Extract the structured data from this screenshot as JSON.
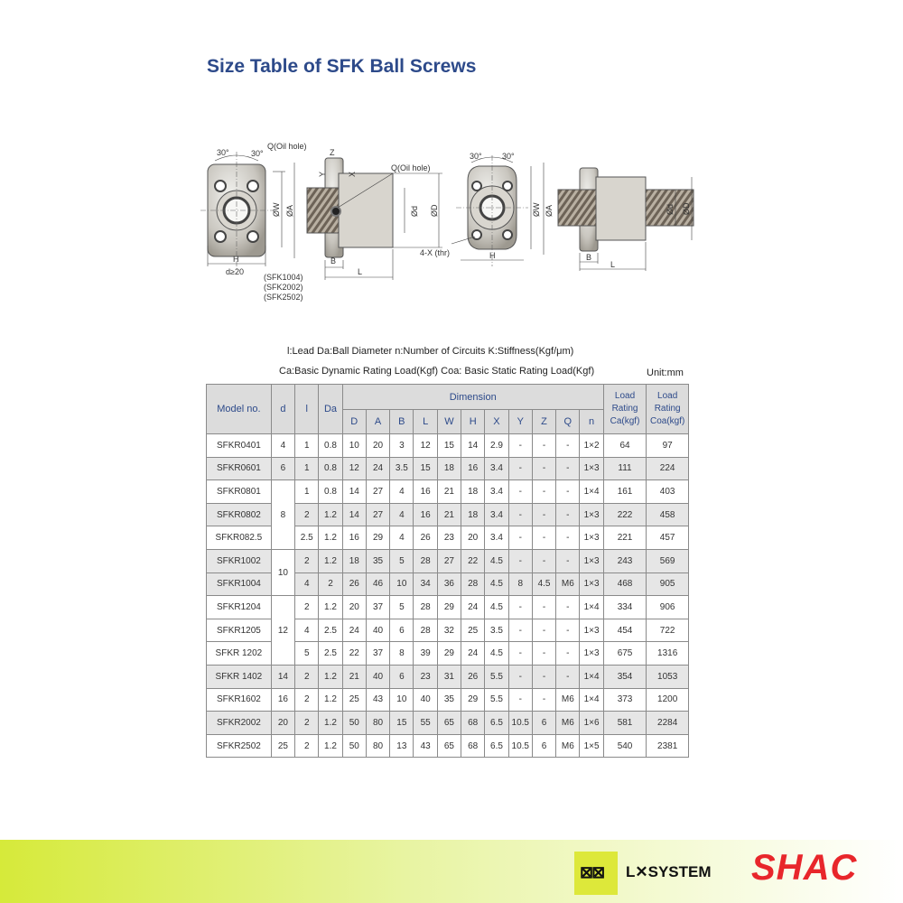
{
  "title": "Size Table of SFK Ball Screws",
  "drawing_labels": {
    "angle_1": "30°",
    "angle_2": "30°",
    "angle_3": "30°",
    "angle_4": "30°",
    "oil_hole_1": "Q(Oil hole)",
    "oil_hole_2": "Q(Oil hole)",
    "z": "Z",
    "y": "Y",
    "x": "X",
    "w1": "ØW",
    "a1": "ØA",
    "d1": "Ød",
    "dd1": "ØD",
    "w2": "ØW",
    "a2": "ØA",
    "d2": "Ød",
    "dd2": "ØD",
    "h1": "H",
    "h2": "H",
    "b1": "B",
    "b2": "B",
    "l1": "L",
    "l2": "L",
    "d_cond": "d≥20",
    "models_1": "(SFK1004)",
    "models_2": "(SFK2002)",
    "models_3": "(SFK2502)",
    "thread": "4-X (thr)"
  },
  "legend": {
    "line1": "l:Lead   Da:Ball Diameter   n:Number of Circuits   K:Stiffness(Kgf/μm)",
    "line2": "Ca:Basic Dynamic Rating Load(Kgf)   Coa: Basic Static Rating Load(Kgf)",
    "unit": "Unit:mm"
  },
  "table": {
    "headers": {
      "model": "Model no.",
      "d": "d",
      "l": "l",
      "da": "Da",
      "dimension": "Dimension",
      "load_ca": [
        "Load",
        "Rating",
        "Ca(kgf)"
      ],
      "load_coa": [
        "Load",
        "Rating",
        "Coa(kgf)"
      ],
      "dims": [
        "D",
        "A",
        "B",
        "L",
        "W",
        "H",
        "X",
        "Y",
        "Z",
        "Q",
        "n"
      ]
    },
    "d_groups": [
      "4",
      "6",
      "8",
      "10",
      "12",
      "14",
      "16",
      "20",
      "25"
    ],
    "rows": [
      {
        "model": "SFKR0401",
        "l": "1",
        "da": "0.8",
        "dims": [
          "10",
          "20",
          "3",
          "12",
          "15",
          "14",
          "2.9",
          "-",
          "-",
          "-",
          "1×2"
        ],
        "ca": "64",
        "coa": "97"
      },
      {
        "model": "SFKR0601",
        "l": "1",
        "da": "0.8",
        "dims": [
          "12",
          "24",
          "3.5",
          "15",
          "18",
          "16",
          "3.4",
          "-",
          "-",
          "-",
          "1×3"
        ],
        "ca": "111",
        "coa": "224"
      },
      {
        "model": "SFKR0801",
        "l": "1",
        "da": "0.8",
        "dims": [
          "14",
          "27",
          "4",
          "16",
          "21",
          "18",
          "3.4",
          "-",
          "-",
          "-",
          "1×4"
        ],
        "ca": "161",
        "coa": "403"
      },
      {
        "model": "SFKR0802",
        "l": "2",
        "da": "1.2",
        "dims": [
          "14",
          "27",
          "4",
          "16",
          "21",
          "18",
          "3.4",
          "-",
          "-",
          "-",
          "1×3"
        ],
        "ca": "222",
        "coa": "458"
      },
      {
        "model": "SFKR082.5",
        "l": "2.5",
        "da": "1.2",
        "dims": [
          "16",
          "29",
          "4",
          "26",
          "23",
          "20",
          "3.4",
          "-",
          "-",
          "-",
          "1×3"
        ],
        "ca": "221",
        "coa": "457"
      },
      {
        "model": "SFKR1002",
        "l": "2",
        "da": "1.2",
        "dims": [
          "18",
          "35",
          "5",
          "28",
          "27",
          "22",
          "4.5",
          "-",
          "-",
          "-",
          "1×3"
        ],
        "ca": "243",
        "coa": "569"
      },
      {
        "model": "SFKR1004",
        "l": "4",
        "da": "2",
        "dims": [
          "26",
          "46",
          "10",
          "34",
          "36",
          "28",
          "4.5",
          "8",
          "4.5",
          "M6",
          "1×3"
        ],
        "ca": "468",
        "coa": "905"
      },
      {
        "model": "SFKR1204",
        "l": "2",
        "da": "1.2",
        "dims": [
          "20",
          "37",
          "5",
          "28",
          "29",
          "24",
          "4.5",
          "-",
          "-",
          "-",
          "1×4"
        ],
        "ca": "334",
        "coa": "906"
      },
      {
        "model": "SFKR1205",
        "l": "4",
        "da": "2.5",
        "dims": [
          "24",
          "40",
          "6",
          "28",
          "32",
          "25",
          "3.5",
          "-",
          "-",
          "-",
          "1×3"
        ],
        "ca": "454",
        "coa": "722"
      },
      {
        "model": "SFKR 1202",
        "l": "5",
        "da": "2.5",
        "dims": [
          "22",
          "37",
          "8",
          "39",
          "29",
          "24",
          "4.5",
          "-",
          "-",
          "-",
          "1×3"
        ],
        "ca": "675",
        "coa": "1316"
      },
      {
        "model": "SFKR 1402",
        "l": "2",
        "da": "1.2",
        "dims": [
          "21",
          "40",
          "6",
          "23",
          "31",
          "26",
          "5.5",
          "-",
          "-",
          "-",
          "1×4"
        ],
        "ca": "354",
        "coa": "1053"
      },
      {
        "model": "SFKR1602",
        "l": "2",
        "da": "1.2",
        "dims": [
          "25",
          "43",
          "10",
          "40",
          "35",
          "29",
          "5.5",
          "-",
          "-",
          "M6",
          "1×4"
        ],
        "ca": "373",
        "coa": "1200"
      },
      {
        "model": "SFKR2002",
        "l": "2",
        "da": "1.2",
        "dims": [
          "50",
          "80",
          "15",
          "55",
          "65",
          "68",
          "6.5",
          "10.5",
          "6",
          "M6",
          "1×6"
        ],
        "ca": "581",
        "coa": "2284"
      },
      {
        "model": "SFKR2502",
        "l": "2",
        "da": "1.2",
        "dims": [
          "50",
          "80",
          "13",
          "43",
          "65",
          "68",
          "6.5",
          "10.5",
          "6",
          "M6",
          "1×5"
        ],
        "ca": "540",
        "coa": "2381"
      }
    ]
  },
  "footer": {
    "logo_mark": "⊠⊠",
    "lsystem": "L✕SYSTEM",
    "shac": "SHAC"
  }
}
